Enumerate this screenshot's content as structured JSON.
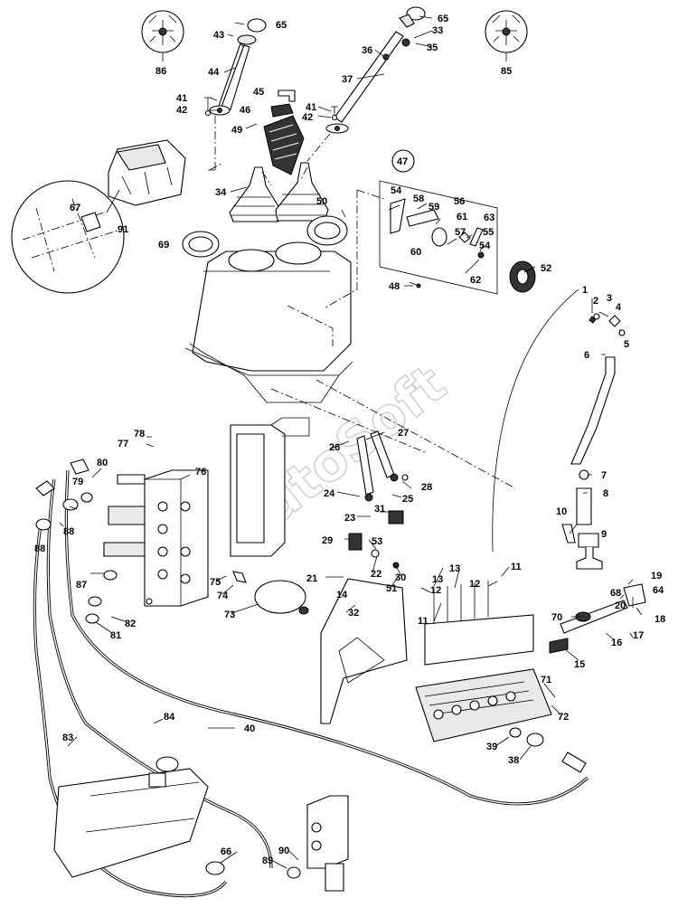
{
  "watermark": "AutoSoft",
  "labels": [
    "86",
    "85",
    "65",
    "43",
    "44",
    "45",
    "46",
    "41",
    "42",
    "49",
    "34",
    "65",
    "33",
    "35",
    "36",
    "37",
    "41",
    "42",
    "47",
    "54",
    "58",
    "59",
    "56",
    "61",
    "63",
    "57",
    "55",
    "54",
    "60",
    "62",
    "52",
    "48",
    "67",
    "91",
    "69",
    "50",
    "1",
    "2",
    "3",
    "4",
    "5",
    "6",
    "7",
    "8",
    "10",
    "9",
    "19",
    "68",
    "64",
    "20",
    "18",
    "70",
    "16",
    "17",
    "15",
    "78",
    "77",
    "76",
    "80",
    "79",
    "88",
    "88",
    "87",
    "82",
    "81",
    "75",
    "74",
    "73",
    "26",
    "27",
    "24",
    "25",
    "28",
    "23",
    "31",
    "29",
    "53",
    "22",
    "30",
    "13",
    "13",
    "12",
    "11",
    "14",
    "51",
    "32",
    "21",
    "12",
    "11",
    "40",
    "84",
    "83",
    "66",
    "89",
    "90",
    "71",
    "72",
    "39",
    "38"
  ],
  "colors": {
    "ink": "#000000",
    "background": "#ffffff",
    "watermark": "#c8c8c8"
  }
}
